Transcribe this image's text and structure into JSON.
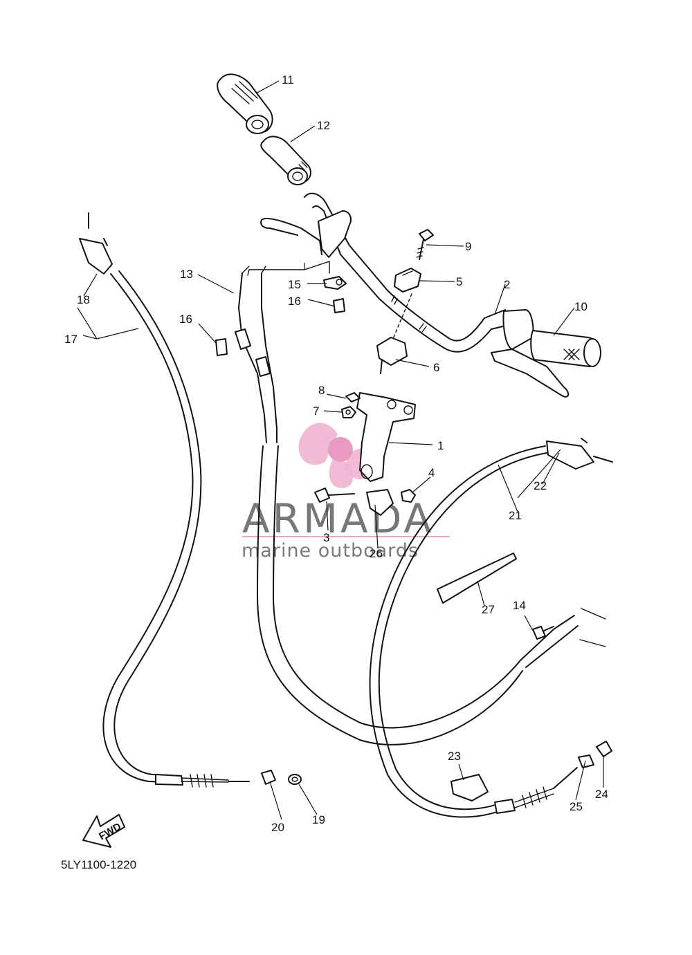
{
  "diagram": {
    "catalog_code": "5LY1100-1220",
    "direction_label": "FWD",
    "watermark": {
      "title": "ARMADA",
      "subtitle": "marine outboards",
      "pink_color": "#e8a8c8",
      "text_color": "#777777"
    },
    "callouts": {
      "c1": "1",
      "c2": "2",
      "c3": "3",
      "c4": "4",
      "c5": "5",
      "c6": "6",
      "c7": "7",
      "c8": "8",
      "c9": "9",
      "c10": "10",
      "c11": "11",
      "c12": "12",
      "c13": "13",
      "c14": "14",
      "c15": "15",
      "c16a": "16",
      "c16b": "16",
      "c17": "17",
      "c18": "18",
      "c19": "19",
      "c20": "20",
      "c21": "21",
      "c22": "22",
      "c23": "23",
      "c24": "24",
      "c25": "25",
      "c26": "26",
      "c27": "27"
    }
  }
}
